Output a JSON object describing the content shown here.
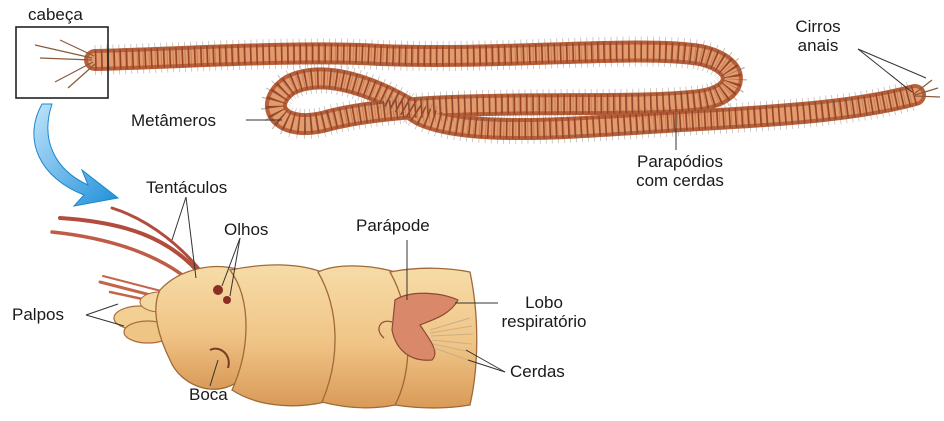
{
  "labels": {
    "cabeca": "cabeça",
    "metameros": "Metâmeros",
    "parapodios_line1": "Parapódios",
    "parapodios_line2": "com cerdas",
    "cirros_line1": "Cirros",
    "cirros_line2": "anais",
    "tentaculos": "Tentáculos",
    "olhos": "Olhos",
    "parapode": "Parápode",
    "lobo_line1": "Lobo",
    "lobo_line2": "respiratório",
    "palpos": "Palpos",
    "boca": "Boca",
    "cerdas": "Cerdas"
  },
  "colors": {
    "worm_body": "#d9865a",
    "worm_segment_line": "#a9502d",
    "head_fill": "#f1c58a",
    "head_shadow": "#d99a5a",
    "tentacle": "#b14a3a",
    "arrow_blue": "#2a9be0",
    "label_line": "#333333"
  }
}
